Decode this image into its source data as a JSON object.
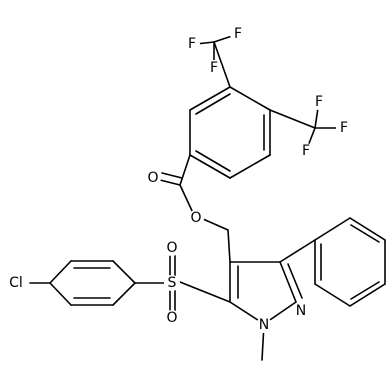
{
  "atoms": {
    "f_top_a": "F",
    "f_top_b": "F",
    "f_top_c": "F",
    "f_right_a": "F",
    "f_right_b": "F",
    "f_right_c": "F",
    "carbonyl_o": "O",
    "ester_o": "O",
    "sulfonyl_o_top": "O",
    "sulfonyl_o_bottom": "O",
    "sulfur": "S",
    "chlorine": "Cl",
    "pyrazole_n1": "N",
    "pyrazole_n2": "N"
  }
}
